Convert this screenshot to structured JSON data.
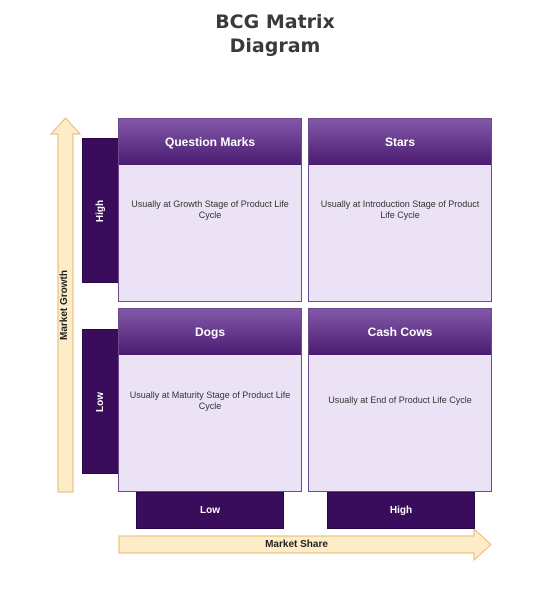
{
  "title": {
    "line1": "BCG Matrix",
    "line2": "Diagram"
  },
  "axes": {
    "y_label": "Market Growth",
    "x_label": "Market Share",
    "y_levels": {
      "high": "High",
      "low": "Low"
    },
    "x_levels": {
      "low": "Low",
      "high": "High"
    }
  },
  "quadrants": {
    "question_marks": {
      "name": "Question Marks",
      "desc": "Usually at Growth Stage of Product Life Cycle"
    },
    "stars": {
      "name": "Stars",
      "desc": "Usually at Introduction Stage of Product Life Cycle"
    },
    "dogs": {
      "name": "Dogs",
      "desc": "Usually at Maturity Stage of Product Life Cycle"
    },
    "cash_cows": {
      "name": "Cash Cows",
      "desc": "Usually at End of Product Life Cycle"
    }
  },
  "colors": {
    "header_dark": "#4a1c72",
    "header_light": "#8358a8",
    "quadrant_fill": "#ebe2f5",
    "bar_fill": "#3a0d5c",
    "arrow_fill": "#fdecc8",
    "arrow_stroke": "#e8b770"
  }
}
